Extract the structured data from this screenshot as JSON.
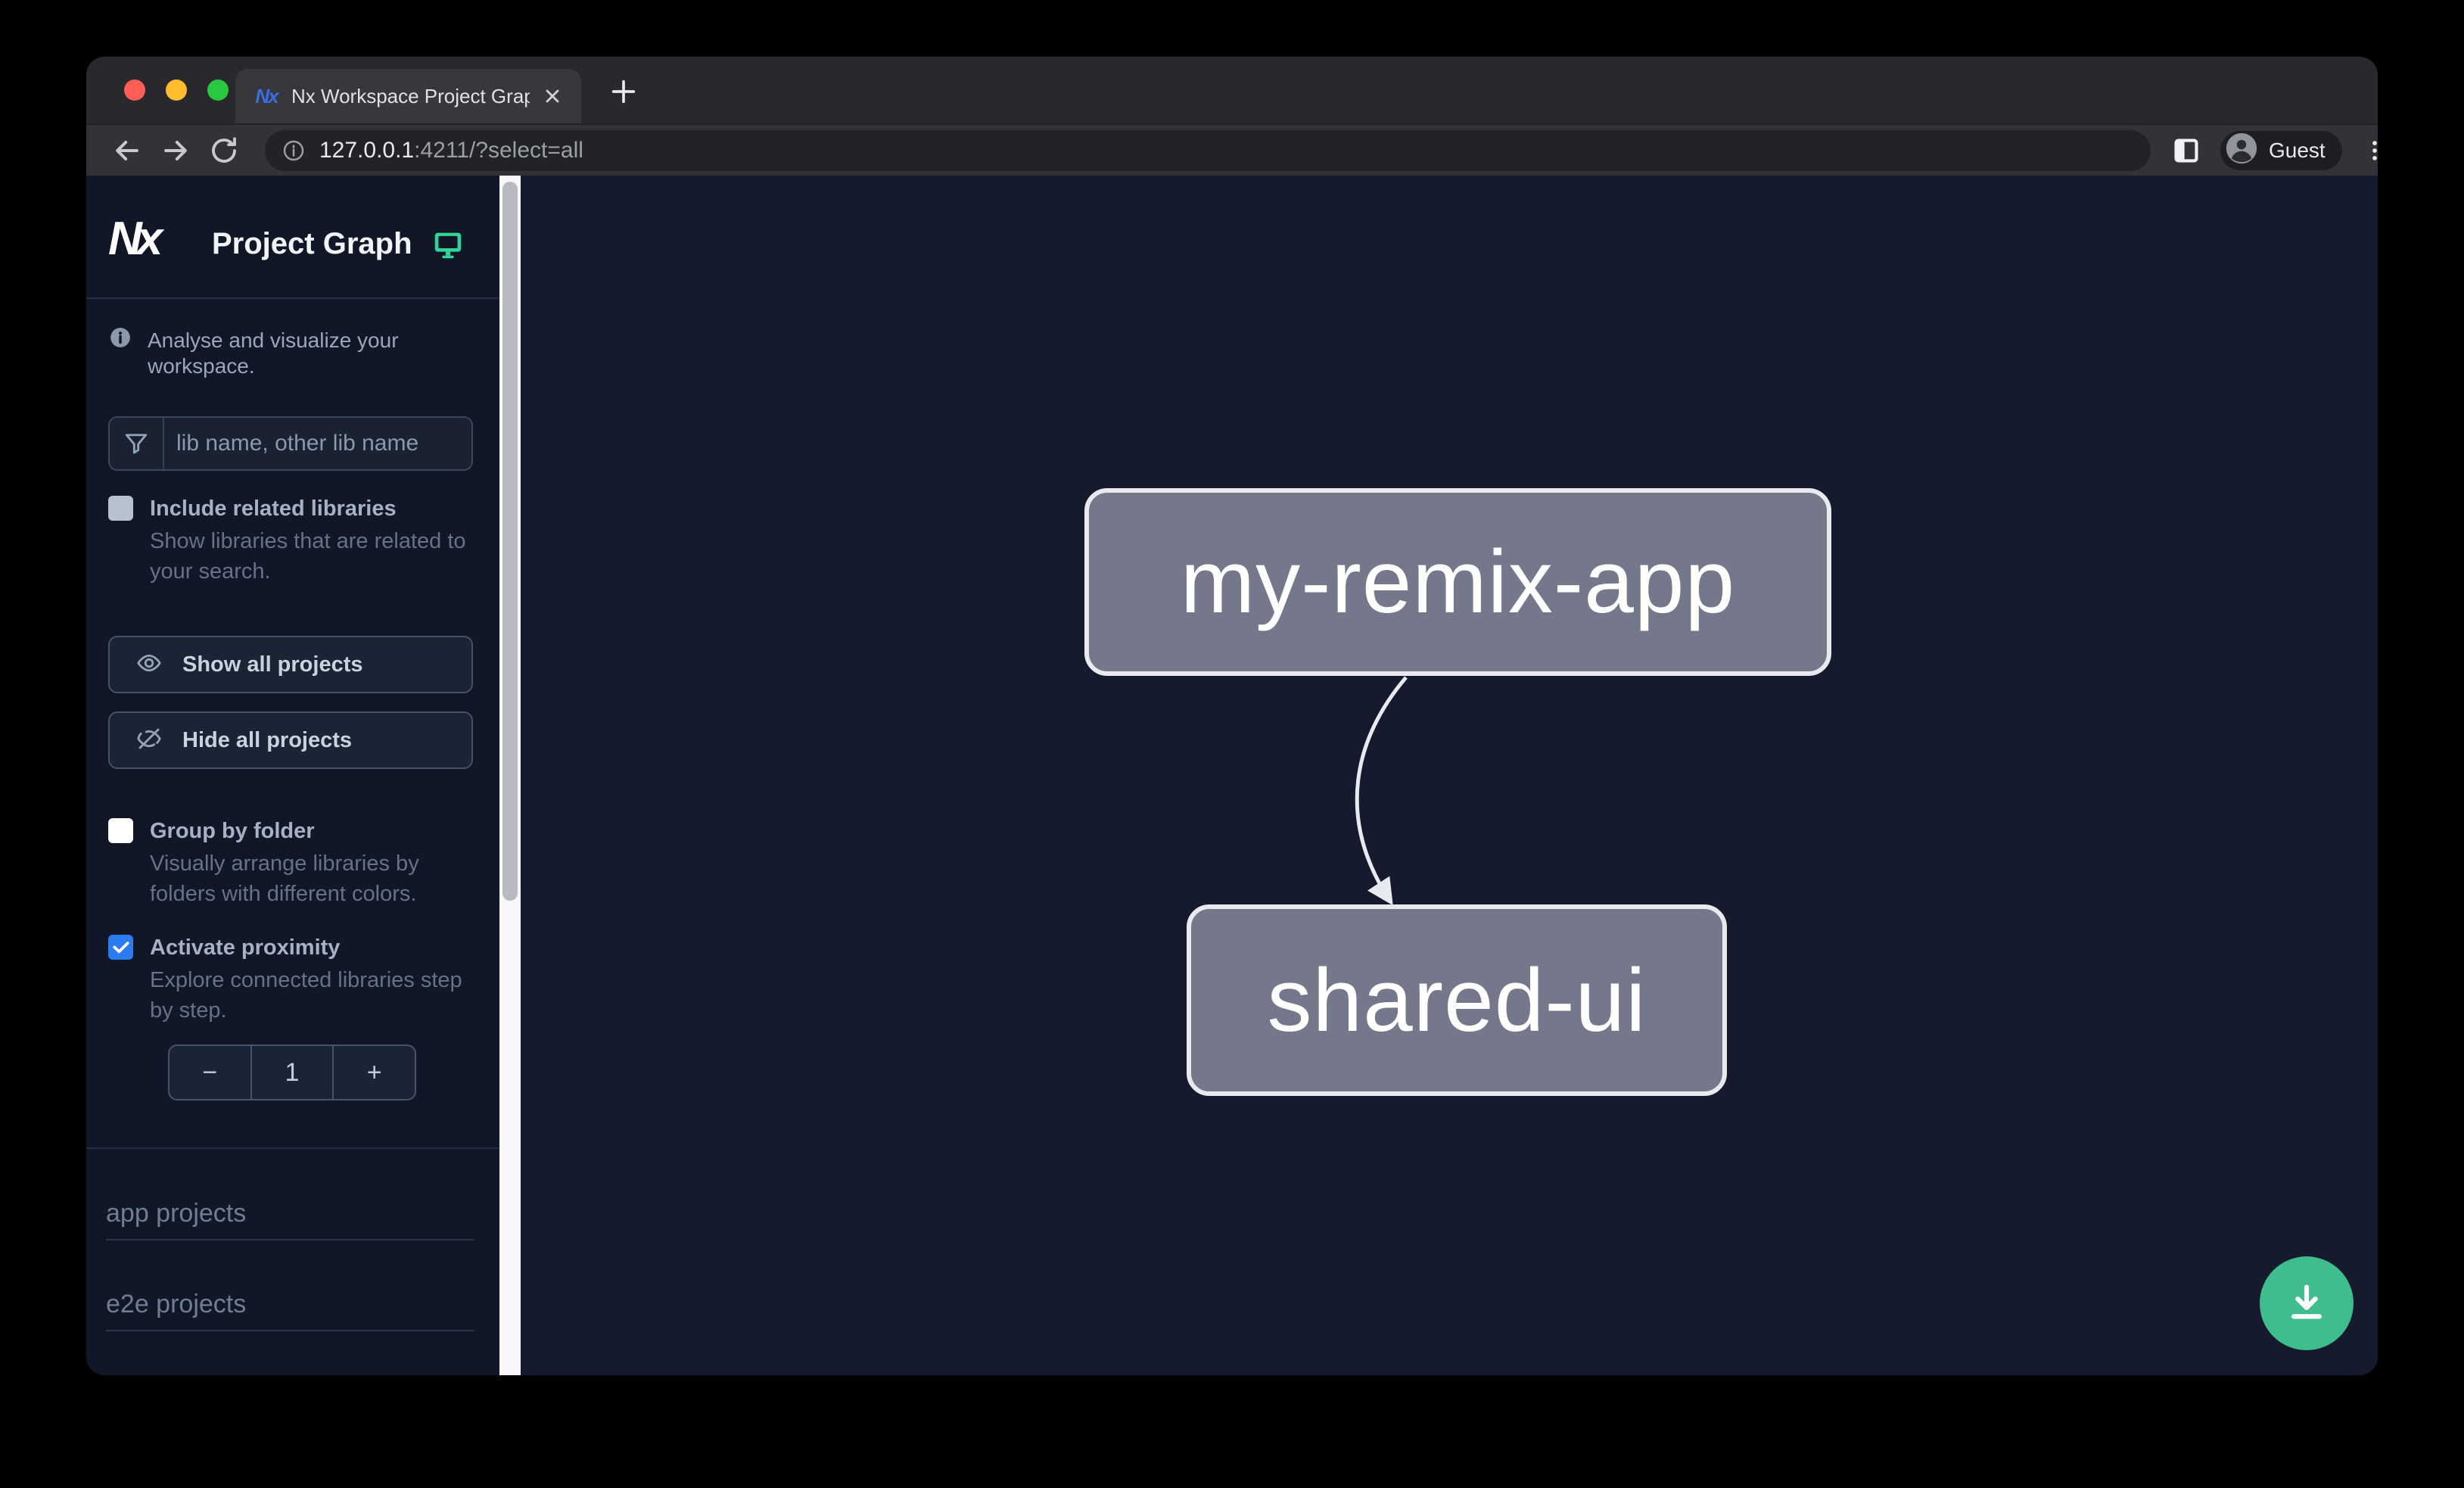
{
  "brand": {
    "logo_text": "Nx"
  },
  "window": {
    "tab": {
      "title": "Nx Workspace Project Graph",
      "favicon_text": "Nx"
    },
    "address": {
      "host": "127.0.0.1",
      "path": ":4211/?select=all"
    },
    "profile": {
      "label": "Guest"
    }
  },
  "sidebar": {
    "title": "Project Graph",
    "tagline": "Analyse and visualize your workspace.",
    "filter": {
      "placeholder": "lib name, other lib name"
    },
    "options": [
      {
        "label": "Include related libraries",
        "description": "Show libraries that are related to your search.",
        "checked": false
      },
      {
        "label": "Group by folder",
        "description": "Visually arrange libraries by folders with different colors.",
        "checked": false
      },
      {
        "label": "Activate proximity",
        "description": "Explore connected libraries step by step.",
        "checked": true
      }
    ],
    "actions": [
      {
        "label": "Show all projects",
        "icon": "eye-icon"
      },
      {
        "label": "Hide all projects",
        "icon": "eye-slash-icon"
      }
    ],
    "proximity_stepper": {
      "decrement": "−",
      "value": "1",
      "increment": "+"
    },
    "sections": [
      {
        "label": "app projects"
      },
      {
        "label": "e2e projects"
      }
    ]
  },
  "graph": {
    "nodes": [
      {
        "id": "my-remix-app",
        "type": "app"
      },
      {
        "id": "shared-ui",
        "type": "lib"
      }
    ],
    "edges": [
      {
        "source": "my-remix-app",
        "target": "shared-ui"
      }
    ]
  },
  "colors": {
    "accent_green": "#3fbd8e",
    "checkbox_blue": "#2b7cf0",
    "node_fill": "#75788a",
    "node_border": "#e9eaf0",
    "monitor_icon_green": "#34d399"
  }
}
